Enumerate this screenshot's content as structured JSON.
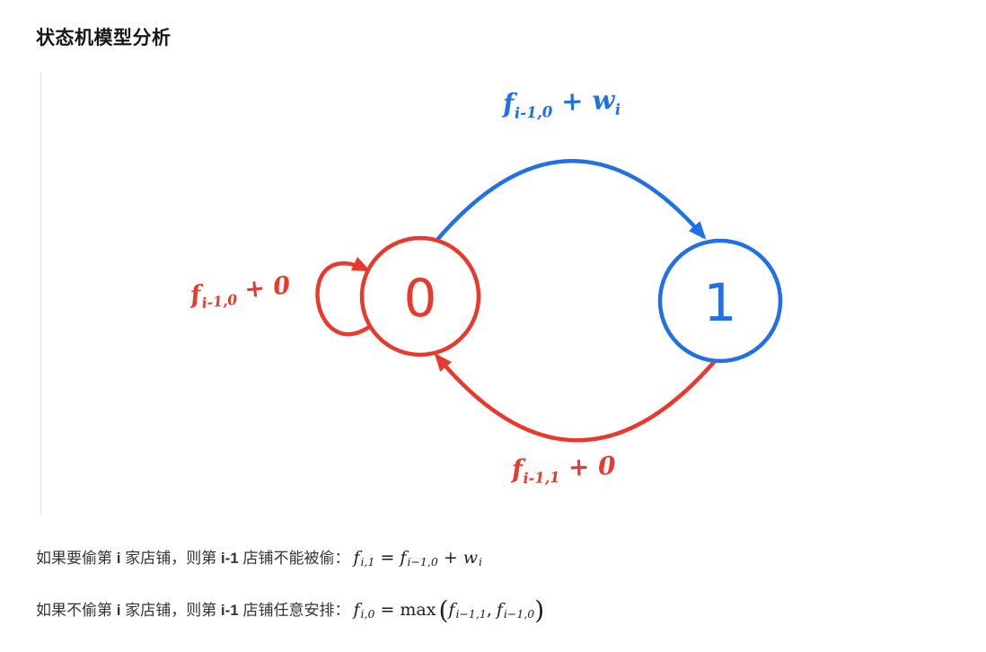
{
  "page": {
    "heading": "状态机模型分析"
  },
  "figure": {
    "colors": {
      "red": "#e8392c",
      "blue": "#2170e8",
      "rule": "#e4e4e7"
    },
    "nodes": {
      "state0": "0",
      "state1": "1"
    },
    "labels": {
      "top": {
        "base": "f",
        "sub": "i-1,0",
        "mid": " + w",
        "mid_sub": "i"
      },
      "self_loop": {
        "base": "f",
        "sub": "i-1,0",
        "tail": " + 0"
      },
      "bottom": {
        "base": "f",
        "sub": "i-1,1",
        "tail": " + 0"
      }
    }
  },
  "text": {
    "line1": {
      "t1": "如果要偷第 ",
      "b1": "i",
      "t2": " 家店铺，则第 ",
      "b2": "i-1",
      "t3": " 店铺不能被偷：",
      "math": {
        "v1": "f",
        "s1": "i,1",
        "eq": "=",
        "v2": "f",
        "s2": "i−1,0",
        "plus": "+",
        "v3": "w",
        "s3": "i"
      }
    },
    "line2": {
      "t1": "如果不偷第 ",
      "b1": "i",
      "t2": " 家店铺，则第 ",
      "b2": "i-1",
      "t3": " 店铺任意安排：",
      "math": {
        "v1": "f",
        "s1": "i,0",
        "eq": "=",
        "fn": "max",
        "lp": "(",
        "v2": "f",
        "s2": "i−1,1",
        "comma": ",",
        "v3": "f",
        "s3": "i−1,0",
        "rp": ")"
      }
    }
  }
}
